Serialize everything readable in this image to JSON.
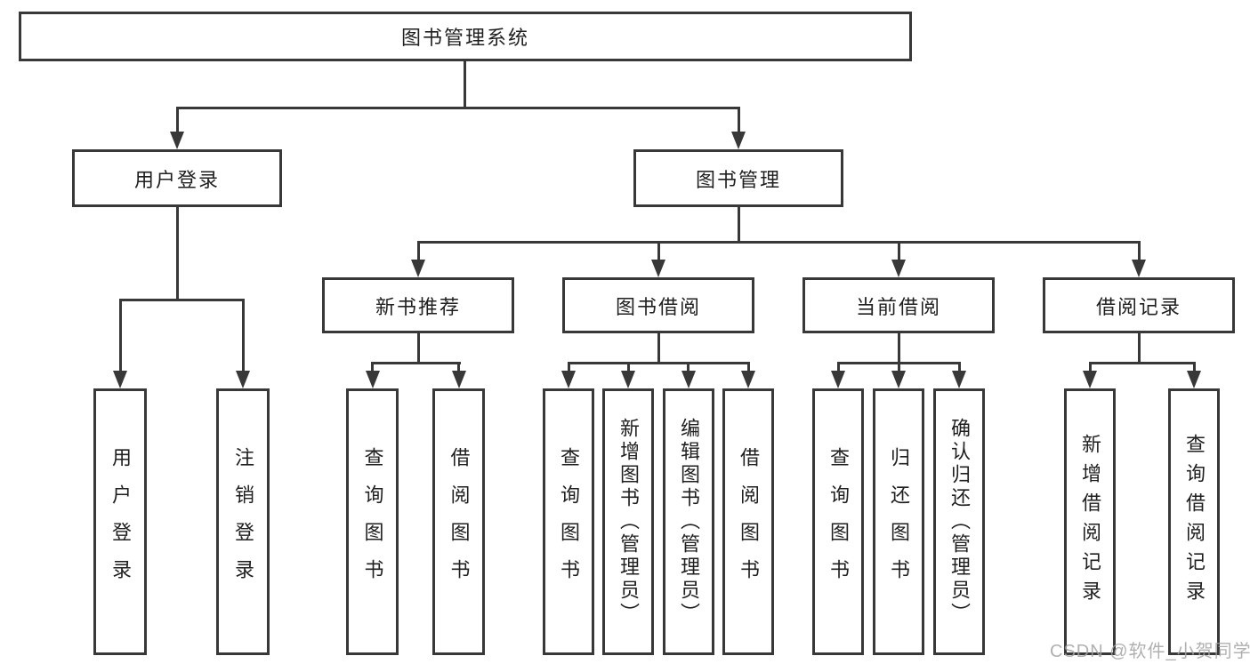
{
  "colors": {
    "line": "#383838",
    "box_border": "#383838",
    "box_background": "#ffffff",
    "text": "#1f1f1f",
    "watermark": "#a3a3a3",
    "page_background": "#ffffff"
  },
  "tree": {
    "root": {
      "label": "图书管理系统"
    },
    "branches": [
      {
        "label": "用户登录",
        "children": [
          {
            "label": "用户登录"
          },
          {
            "label": "注销登录"
          }
        ]
      },
      {
        "label": "图书管理",
        "sections": [
          {
            "label": "新书推荐",
            "children": [
              {
                "label": "查询图书"
              },
              {
                "label": "借阅图书"
              }
            ]
          },
          {
            "label": "图书借阅",
            "children": [
              {
                "label": "查询图书"
              },
              {
                "label": "新增图书（管理员）"
              },
              {
                "label": "编辑图书（管理员）"
              },
              {
                "label": "借阅图书"
              }
            ]
          },
          {
            "label": "当前借阅",
            "children": [
              {
                "label": "查询图书"
              },
              {
                "label": "归还图书"
              },
              {
                "label": "确认归还（管理员）"
              }
            ]
          },
          {
            "label": "借阅记录",
            "children": [
              {
                "label": "新增借阅记录"
              },
              {
                "label": "查询借阅记录"
              }
            ]
          }
        ]
      }
    ]
  },
  "watermark": "CSDN @软件_小贺同学"
}
